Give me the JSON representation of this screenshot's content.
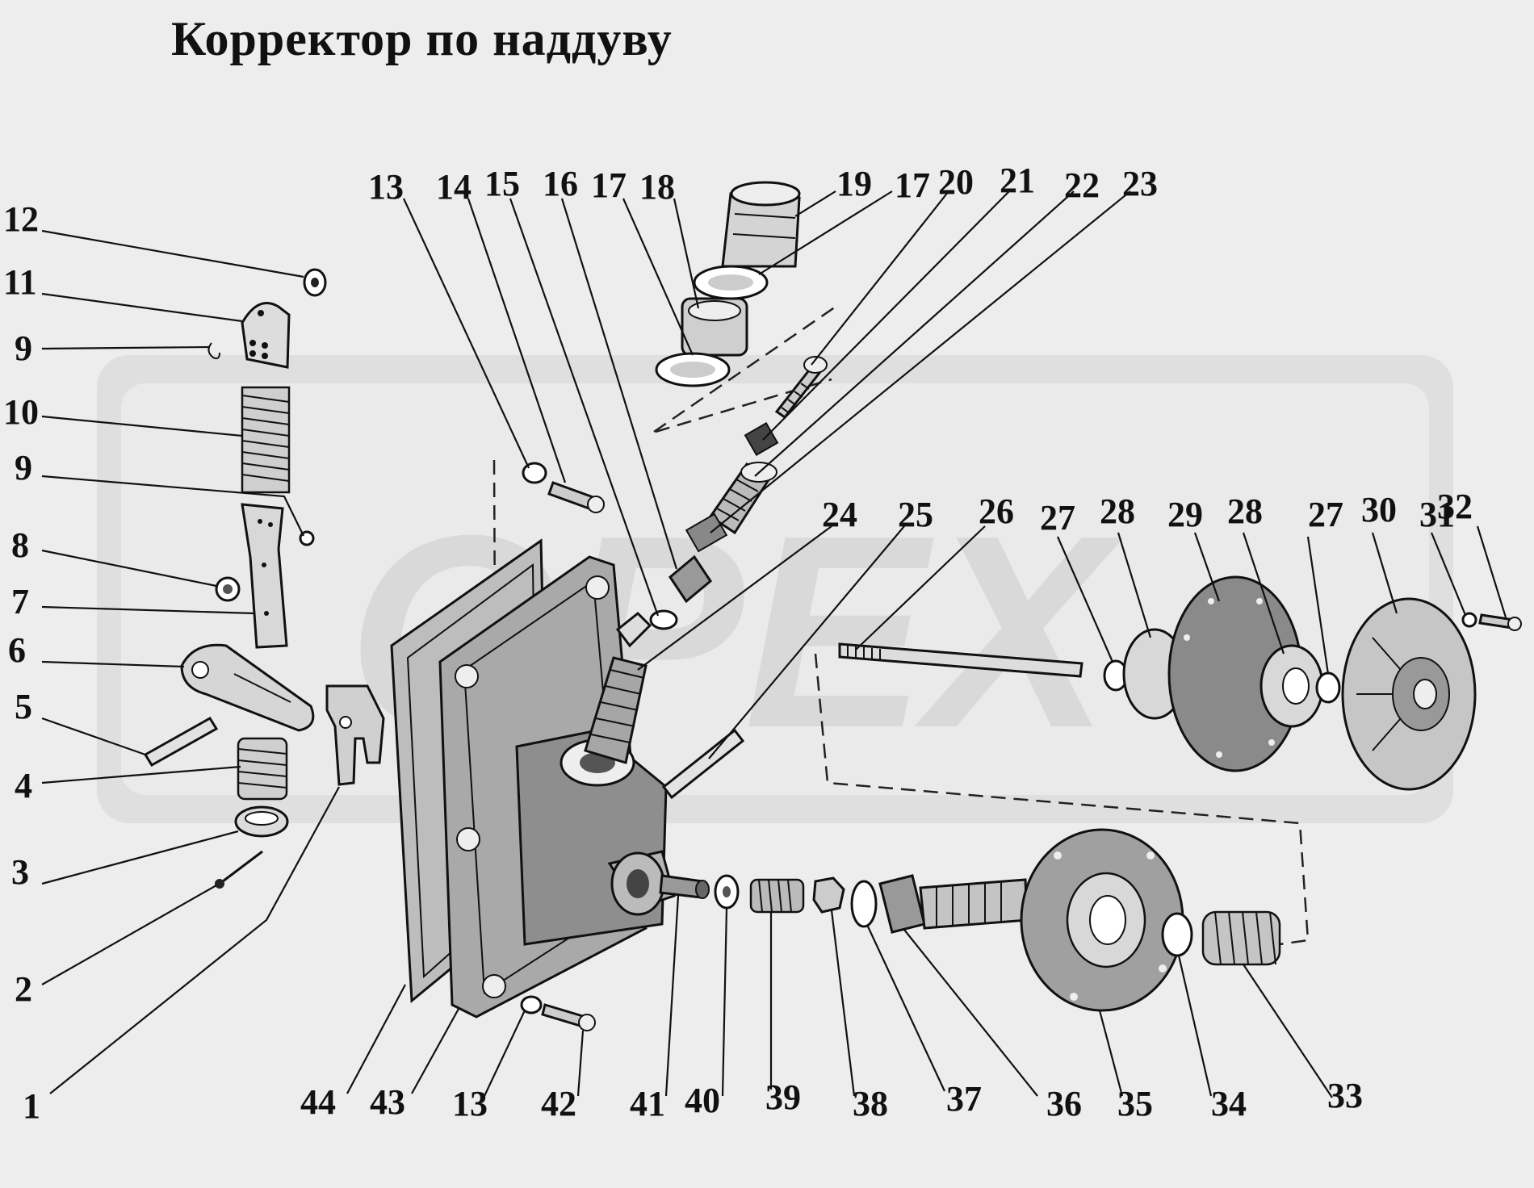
{
  "title": "Корректор по наддуву",
  "watermark": "OPEX",
  "part_labels": [
    {
      "id": "p12",
      "text": "12"
    },
    {
      "id": "p11",
      "text": "11"
    },
    {
      "id": "p9a",
      "text": "9"
    },
    {
      "id": "p10",
      "text": "10"
    },
    {
      "id": "p9b",
      "text": "9"
    },
    {
      "id": "p8",
      "text": "8"
    },
    {
      "id": "p7",
      "text": "7"
    },
    {
      "id": "p6",
      "text": "6"
    },
    {
      "id": "p5",
      "text": "5"
    },
    {
      "id": "p4",
      "text": "4"
    },
    {
      "id": "p3",
      "text": "3"
    },
    {
      "id": "p2",
      "text": "2"
    },
    {
      "id": "p1",
      "text": "1"
    },
    {
      "id": "p13a",
      "text": "13"
    },
    {
      "id": "p14",
      "text": "14"
    },
    {
      "id": "p15",
      "text": "15"
    },
    {
      "id": "p16",
      "text": "16"
    },
    {
      "id": "p17a",
      "text": "17"
    },
    {
      "id": "p18",
      "text": "18"
    },
    {
      "id": "p19",
      "text": "19"
    },
    {
      "id": "p17b",
      "text": "17"
    },
    {
      "id": "p20",
      "text": "20"
    },
    {
      "id": "p21",
      "text": "21"
    },
    {
      "id": "p22",
      "text": "22"
    },
    {
      "id": "p23",
      "text": "23"
    },
    {
      "id": "p24",
      "text": "24"
    },
    {
      "id": "p25",
      "text": "25"
    },
    {
      "id": "p26",
      "text": "26"
    },
    {
      "id": "p27a",
      "text": "27"
    },
    {
      "id": "p28a",
      "text": "28"
    },
    {
      "id": "p29",
      "text": "29"
    },
    {
      "id": "p28b",
      "text": "28"
    },
    {
      "id": "p27b",
      "text": "27"
    },
    {
      "id": "p30",
      "text": "30"
    },
    {
      "id": "p31",
      "text": "31"
    },
    {
      "id": "p32",
      "text": "32"
    },
    {
      "id": "p44",
      "text": "44"
    },
    {
      "id": "p43",
      "text": "43"
    },
    {
      "id": "p13b",
      "text": "13"
    },
    {
      "id": "p42",
      "text": "42"
    },
    {
      "id": "p41",
      "text": "41"
    },
    {
      "id": "p40",
      "text": "40"
    },
    {
      "id": "p39",
      "text": "39"
    },
    {
      "id": "p38",
      "text": "38"
    },
    {
      "id": "p37",
      "text": "37"
    },
    {
      "id": "p36",
      "text": "36"
    },
    {
      "id": "p35",
      "text": "35"
    },
    {
      "id": "p34",
      "text": "34"
    },
    {
      "id": "p33",
      "text": "33"
    }
  ]
}
